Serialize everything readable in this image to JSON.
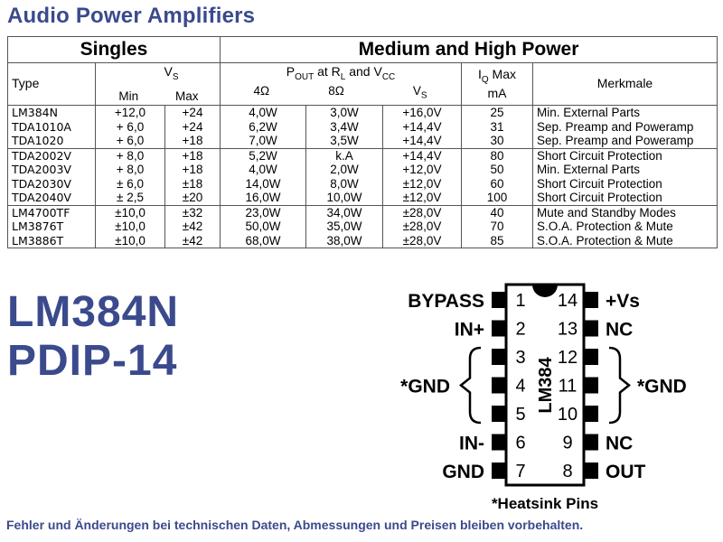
{
  "page_title": "Audio Power Amplifiers",
  "table": {
    "group_headers": [
      "Singles",
      "Medium and High Power"
    ],
    "header": {
      "type": "Type",
      "vs_label": "V",
      "vs_sub": "S",
      "min": "Min",
      "max": "Max",
      "pout_prefix": "P",
      "pout_sub": "OUT",
      "pout_mid": " at R",
      "rl_sub": "L",
      "pout_and": " and V",
      "vcc_sub": "CC",
      "r4": "4Ω",
      "r8": "8Ω",
      "vs2_label": "V",
      "vs2_sub": "S",
      "iq_prefix": "I",
      "iq_sub": "Q",
      "iq_suffix": " Max",
      "iq_unit": "mA",
      "features": "Merkmale"
    },
    "rows": [
      {
        "type": "LM384N",
        "min": "+12,0",
        "max": "+24",
        "p4": "4,0W",
        "p8": "3,0W",
        "vs": "+16,0V",
        "iq": "25",
        "feat": "Min. External Parts",
        "group_start": true
      },
      {
        "type": "TDA1010A",
        "min": "+ 6,0",
        "max": "+24",
        "p4": "6,2W",
        "p8": "3,4W",
        "vs": "+14,4V",
        "iq": "31",
        "feat": "Sep. Preamp and Poweramp"
      },
      {
        "type": "TDA1020",
        "min": "+ 6,0",
        "max": "+18",
        "p4": "7,0W",
        "p8": "3,5W",
        "vs": "+14,4V",
        "iq": "30",
        "feat": "Sep. Preamp and Poweramp",
        "group_last": true
      },
      {
        "type": "TDA2002V",
        "min": "+ 8,0",
        "max": "+18",
        "p4": "5,2W",
        "p8": "k.A",
        "vs": "+14,4V",
        "iq": "80",
        "feat": "Short Circuit Protection",
        "group_start": true
      },
      {
        "type": "TDA2003V",
        "min": "+ 8,0",
        "max": "+18",
        "p4": "4,0W",
        "p8": "2,0W",
        "vs": "+12,0V",
        "iq": "50",
        "feat": "Min. External Parts"
      },
      {
        "type": "TDA2030V",
        "min": "± 6,0",
        "max": "±18",
        "p4": "14,0W",
        "p8": "8,0W",
        "vs": "±12,0V",
        "iq": "60",
        "feat": "Short Circuit Protection"
      },
      {
        "type": "TDA2040V",
        "min": "± 2,5",
        "max": "±20",
        "p4": "16,0W",
        "p8": "10,0W",
        "vs": "±12,0V",
        "iq": "100",
        "feat": "Short Circuit Protection",
        "group_last": true
      },
      {
        "type": "LM4700TF",
        "min": "±10,0",
        "max": "±32",
        "p4": "23,0W",
        "p8": "34,0W",
        "vs": "±28,0V",
        "iq": "40",
        "feat": "Mute and Standby Modes",
        "group_start": true
      },
      {
        "type": "LM3876T",
        "min": "±10,0",
        "max": "±42",
        "p4": "50,0W",
        "p8": "35,0W",
        "vs": "±28,0V",
        "iq": "70",
        "feat": "S.O.A. Protection & Mute"
      },
      {
        "type": "LM3886T",
        "min": "±10,0",
        "max": "±42",
        "p4": "68,0W",
        "p8": "38,0W",
        "vs": "±28,0V",
        "iq": "85",
        "feat": "S.O.A. Protection & Mute",
        "group_last": true
      }
    ]
  },
  "part_name": "LM384N",
  "package_name": "PDIP-14",
  "chip": {
    "label": "LM384",
    "left_pins": [
      {
        "num": "1",
        "name": "BYPASS"
      },
      {
        "num": "2",
        "name": "IN+"
      },
      {
        "num": "3",
        "name": ""
      },
      {
        "num": "4",
        "name": ""
      },
      {
        "num": "5",
        "name": ""
      },
      {
        "num": "6",
        "name": "IN-"
      },
      {
        "num": "7",
        "name": "GND"
      }
    ],
    "right_pins": [
      {
        "num": "14",
        "name": "+Vs"
      },
      {
        "num": "13",
        "name": "NC"
      },
      {
        "num": "12",
        "name": ""
      },
      {
        "num": "11",
        "name": ""
      },
      {
        "num": "10",
        "name": ""
      },
      {
        "num": "9",
        "name": "NC"
      },
      {
        "num": "8",
        "name": "OUT"
      }
    ],
    "left_group_label": "*GND",
    "right_group_label": "*GND",
    "heatsink_note": "*Heatsink Pins"
  },
  "footer": "Fehler und Änderungen bei technischen Daten, Abmessungen und Preisen bleiben vorbehalten.",
  "colors": {
    "accent": "#3a4a8c",
    "text": "#000000",
    "grid": "#555555"
  }
}
